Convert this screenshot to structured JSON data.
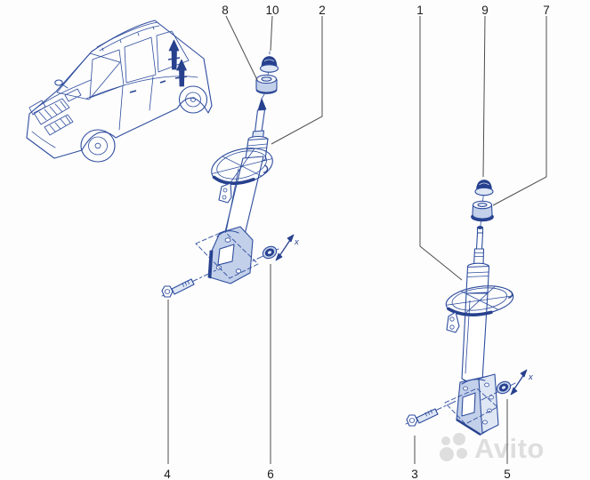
{
  "watermark": {
    "brand": "Avito"
  },
  "callouts": [
    {
      "label": "8"
    },
    {
      "label": "10"
    },
    {
      "label": "2"
    },
    {
      "label": "1"
    },
    {
      "label": "9"
    },
    {
      "label": "7"
    },
    {
      "label": "4"
    },
    {
      "label": "6"
    },
    {
      "label": "3"
    },
    {
      "label": "5"
    }
  ],
  "annotations": {
    "clearance_marker": "x"
  },
  "colors": {
    "line-blue": "#2e4d9e",
    "fill-light": "#c3d0ea",
    "fill-dark": "#27418e",
    "leader": "#4d4d4d",
    "number": "#1b1b1b",
    "watermark": "#dedede"
  }
}
